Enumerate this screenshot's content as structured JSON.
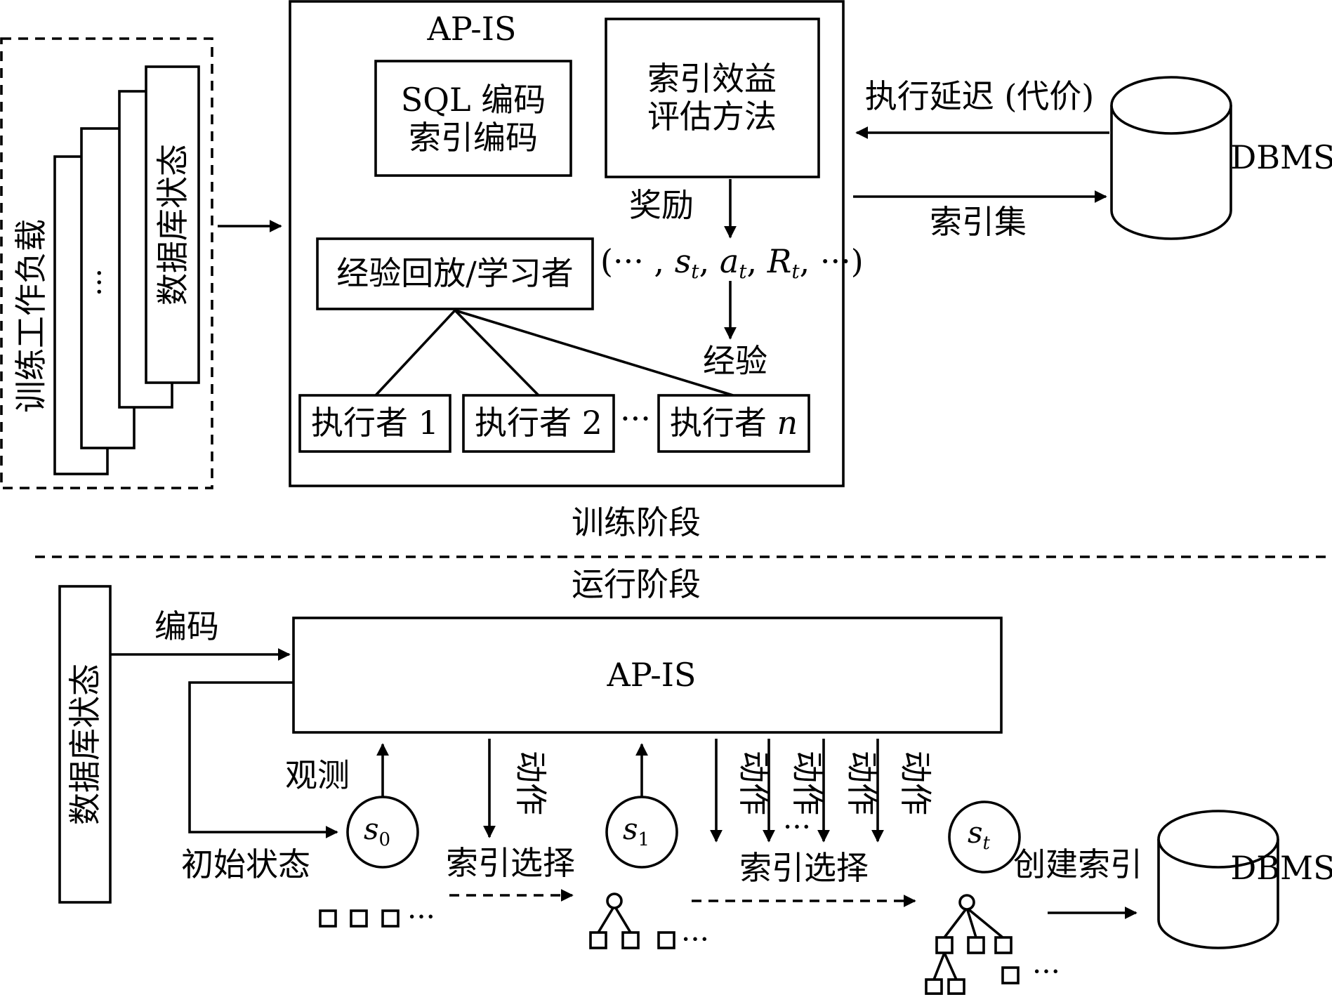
{
  "training": {
    "workload_label": "训练工作负载",
    "dbstate_label": "数据库状态",
    "ellipsis": "···",
    "apis_title": "AP-IS",
    "encode_line1": "SQL 编码",
    "encode_line2": "索引编码",
    "benefit_line1": "索引效益",
    "benefit_line2": "评估方法",
    "latency_label": "执行延迟 (代价)",
    "indexset_label": "索引集",
    "dbms_label": "DBMS",
    "reward_label": "奖励",
    "replay_label": "经验回放/学习者",
    "tuple": {
      "open": "(··· , ",
      "s": "s",
      "sub_t": "t",
      "a": "a",
      "R": "R",
      "close": "···)"
    },
    "experience_label": "经验",
    "actor1": "执行者 1",
    "actor2": "执行者 2",
    "actor_ellipsis": "···",
    "actorn_prefix": "执行者",
    "actorn_var": "n",
    "phase_label": "训练阶段"
  },
  "running": {
    "phase_label": "运行阶段",
    "dbstate_label": "数据库状态",
    "encode_label": "编码",
    "apis_title": "AP-IS",
    "observe_label": "观测",
    "init_state_label": "初始状态",
    "action_label": "动作",
    "s0": {
      "sym": "s",
      "sub": "0"
    },
    "s1": {
      "sym": "s",
      "sub": "1"
    },
    "st": {
      "sym": "s",
      "sub": "t"
    },
    "select_label": "索引选择",
    "create_label": "创建索引",
    "dbms_label": "DBMS",
    "ellipsis": "···"
  }
}
